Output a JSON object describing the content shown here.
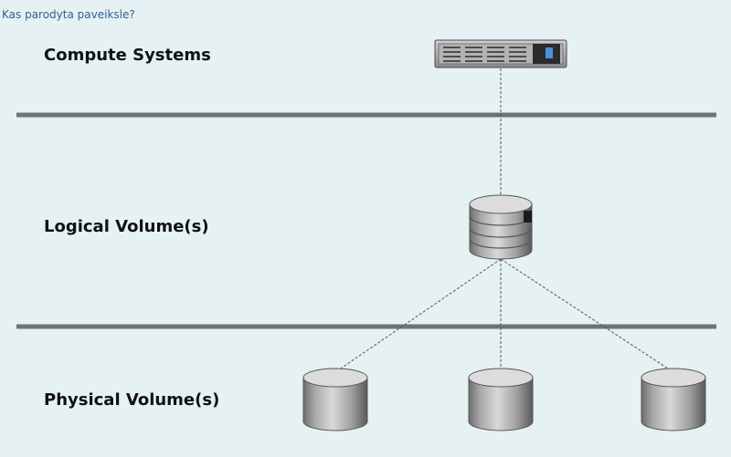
{
  "question": "Kas parodyta paveiksle?",
  "layers": [
    {
      "label": "Compute Systems"
    },
    {
      "label": "Logical Volume(s)"
    },
    {
      "label": "Physical Volume(s)"
    }
  ],
  "icons": {
    "server": "server-icon",
    "logical_volume": "stacked-disk-icon",
    "physical_volume": "disk-cylinder-icon"
  },
  "colors": {
    "background": "#e6f1f4",
    "divider": "#6f7375",
    "connector": "#555555"
  }
}
